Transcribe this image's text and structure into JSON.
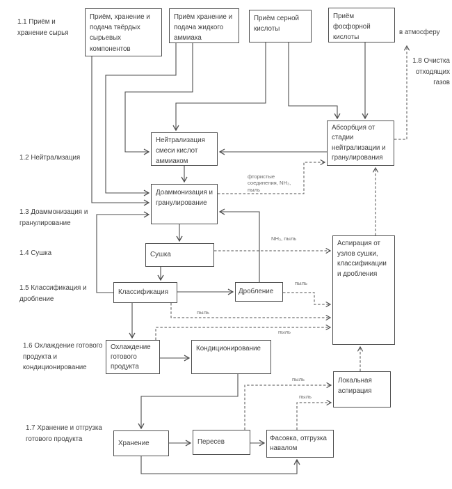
{
  "stages": {
    "s11": "1.1 Приём и хранение сырья",
    "s12": "1.2 Нейтрализация",
    "s13": "1.3 Доаммонизация и гранулирование",
    "s14": "1.4 Сушка",
    "s15": "1.5 Классификация и дробление",
    "s16": "1.6 Охлаждение готового продукта и кондиционирование",
    "s17": "1.7 Хранение и отгрузка готового продукта",
    "s18": "1.8 Очистка отходящих газов"
  },
  "boxes": {
    "solid_feed": "Приём, хранение и подача твёрдых сырьевых компонентов",
    "ammonia_feed": "Приём хранение и подача жидкого аммиака",
    "sulfuric_feed": "Приём серной кислоты",
    "phosphoric_feed": "Приём фосфорной кислоты",
    "neutralization": "Нейтрализация смеси кислот аммиаком",
    "absorption": "Абсорбция от стадии нейтрализации и гранулирования",
    "ammonization": "Доаммонизация и гранулирование",
    "drying": "Сушка",
    "classification": "Классификация",
    "crushing": "Дробление",
    "aspiration": "Аспирация от узлов сушки, классификации и дробления",
    "cooling": "Охлаждение готового продукта",
    "conditioning": "Кондиционирование",
    "local_aspiration": "Локальная аспирация",
    "storage": "Хранение",
    "resieving": "Пересев",
    "packing": "Фасовка, отгрузка навалом"
  },
  "flow_labels": {
    "to_atmosphere": "в атмосферу",
    "fluoride_compounds": "фтористые соединения, NH₃, пыль",
    "nh3_dust": "NH₃, пыль",
    "dust": "пыль"
  },
  "colors": {
    "line": "#4d4d4d",
    "text": "#3d3d3d",
    "flow_label_text": "#6a6a6a",
    "background": "#ffffff"
  }
}
